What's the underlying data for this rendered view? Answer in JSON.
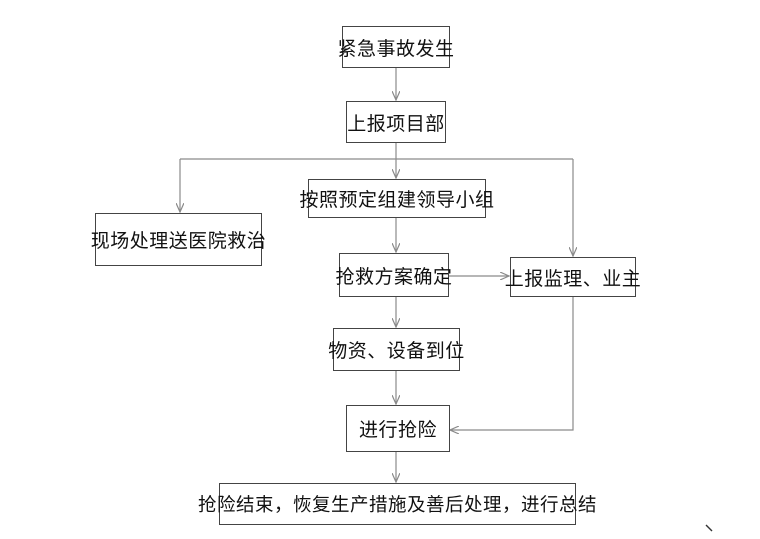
{
  "flowchart": {
    "nodes": {
      "n1": "紧急事故发生",
      "n2": "上报项目部",
      "n3": "按照预定组建领导小组",
      "n4": "现场处理送医院救治",
      "n5": "抢救方案确定",
      "n6": "上报监理、业主",
      "n7": "物资、设备到位",
      "n8": "进行抢险",
      "n9": "抢险结束，恢复生产措施及善后处理，进行总结"
    },
    "line_color": "#8a8a8a",
    "box_border_color": "#444444",
    "text_color": "#111111"
  }
}
